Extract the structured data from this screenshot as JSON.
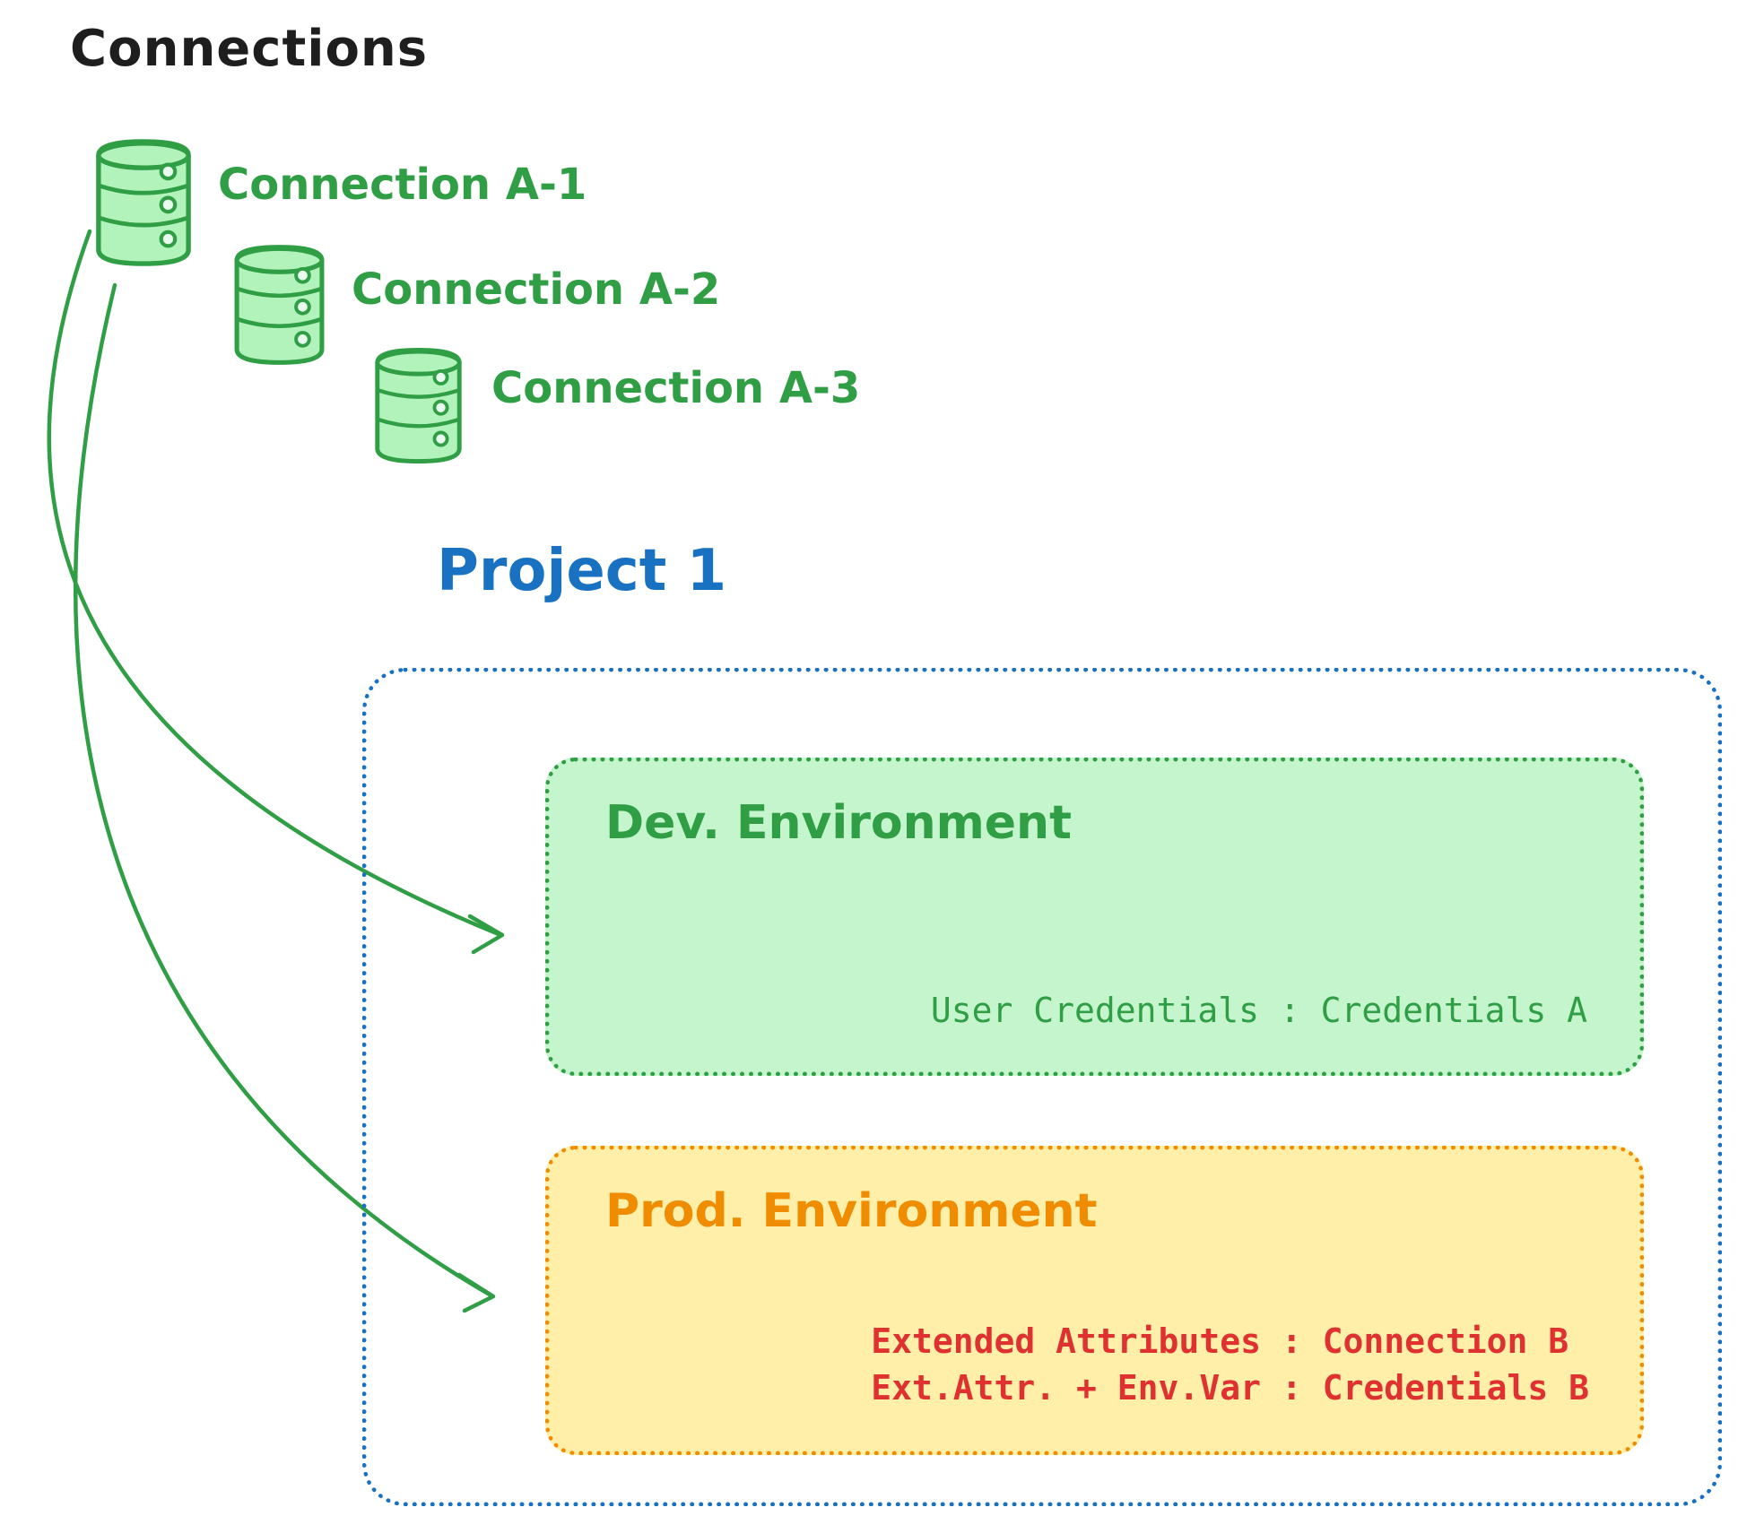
{
  "title": "Connections",
  "connections": [
    {
      "label": "Connection A-1",
      "icon": "database-icon"
    },
    {
      "label": "Connection A-2",
      "icon": "database-icon"
    },
    {
      "label": "Connection A-3",
      "icon": "database-icon"
    }
  ],
  "project": {
    "title": "Project 1",
    "dev_environment": {
      "title": "Dev. Environment",
      "credentials_line": "User Credentials : Credentials A"
    },
    "prod_environment": {
      "title": "Prod. Environment",
      "line1": "Extended Attributes : Connection B",
      "line2": "Ext.Attr. + Env.Var : Credentials B"
    }
  },
  "colors": {
    "green": "#2f9e44",
    "green_fill": "#b2f2bb",
    "blue": "#1971c2",
    "orange": "#f08c00",
    "yellow_fill": "#ffec99",
    "red": "#e03131",
    "black": "#1e1e1e"
  }
}
